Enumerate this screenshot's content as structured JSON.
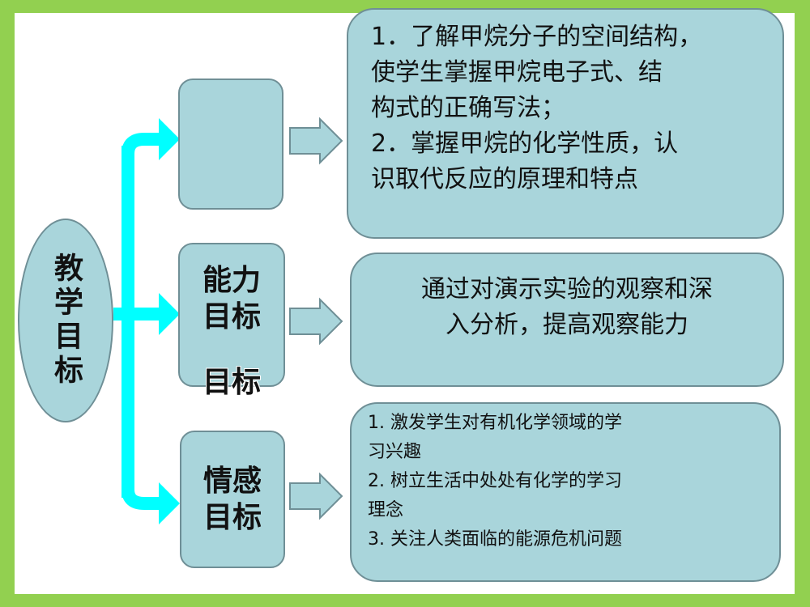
{
  "root": {
    "label": "教学目标"
  },
  "categories": [
    {
      "label_lines": []
    },
    {
      "label_lines": [
        "能力",
        "目标"
      ],
      "overflow_label": "目标"
    },
    {
      "label_lines": [
        "情感",
        "目标"
      ]
    }
  ],
  "details": [
    {
      "lines": [
        "1．了解甲烷分子的空间结构，",
        "使学生掌握甲烷电子式、结",
        "构式的正确写法；",
        "2．掌握甲烷的化学性质，认",
        "识取代反应的原理和特点"
      ]
    },
    {
      "lines": [
        "通过对演示实验的观察和深",
        "入分析，提高观察能力"
      ]
    },
    {
      "lines": [
        "1. 激发学生对有机化学领域的学",
        "习兴趣",
        "2. 树立生活中处处有化学的学习",
        "理念",
        "3. 关注人类面临的能源危机问题"
      ]
    }
  ],
  "colors": {
    "background": "#92d050",
    "box_fill": "#a9d5db",
    "box_border": "#6f8f96",
    "bracket_arrow": "#00ffff"
  }
}
